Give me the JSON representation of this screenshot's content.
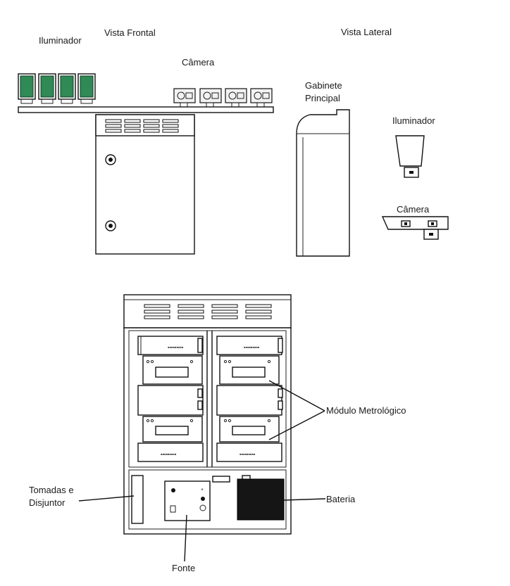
{
  "labels": {
    "illuminator_front": "Iluminador",
    "front_view": "Vista Frontal",
    "side_view": "Vista Lateral",
    "camera_front": "Câmera",
    "main_cabinet_line1": "Gabinete",
    "main_cabinet_line2": "Principal",
    "illuminator_side": "Iluminador",
    "camera_side": "Câmera",
    "metrology_module": "Módulo Metrológico",
    "outlets_line1": "Tomadas e",
    "outlets_line2": "Disjuntor",
    "battery": "Bateria",
    "power_supply": "Fonte"
  },
  "colors": {
    "line": "#111111",
    "illuminator_led": "#2f8a56",
    "battery_fill": "#151515"
  },
  "icons": {
    "camera": "camera-icon",
    "illuminator": "led-panel-icon",
    "louver": "vent-louver-icon",
    "lock": "round-lock-icon"
  }
}
